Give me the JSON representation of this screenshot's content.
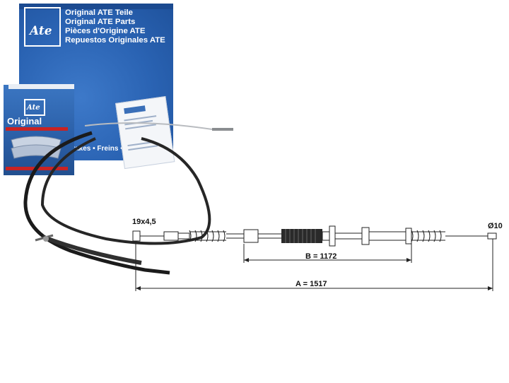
{
  "box": {
    "lines": [
      "Original ATE Teile",
      "Original ATE Parts",
      "Pièces d'Origine ATE",
      "Repuestos Originales ATE"
    ],
    "tagline": "Brakes • Freins • Frenos",
    "logo_text": "Ate"
  },
  "small_box": {
    "logo_text": "Ate",
    "label": "Original"
  },
  "diagram": {
    "left_fitting_label": "19x4,5",
    "right_fitting_label": "Ø10",
    "dim_b_label": "B = 1172",
    "dim_a_label": "A = 1517"
  },
  "icons": {
    "cable": "brake-cable-photo",
    "logo": "ate-logo"
  },
  "colors": {
    "box_blue": "#2a63b3",
    "red_strip": "#c92323"
  }
}
